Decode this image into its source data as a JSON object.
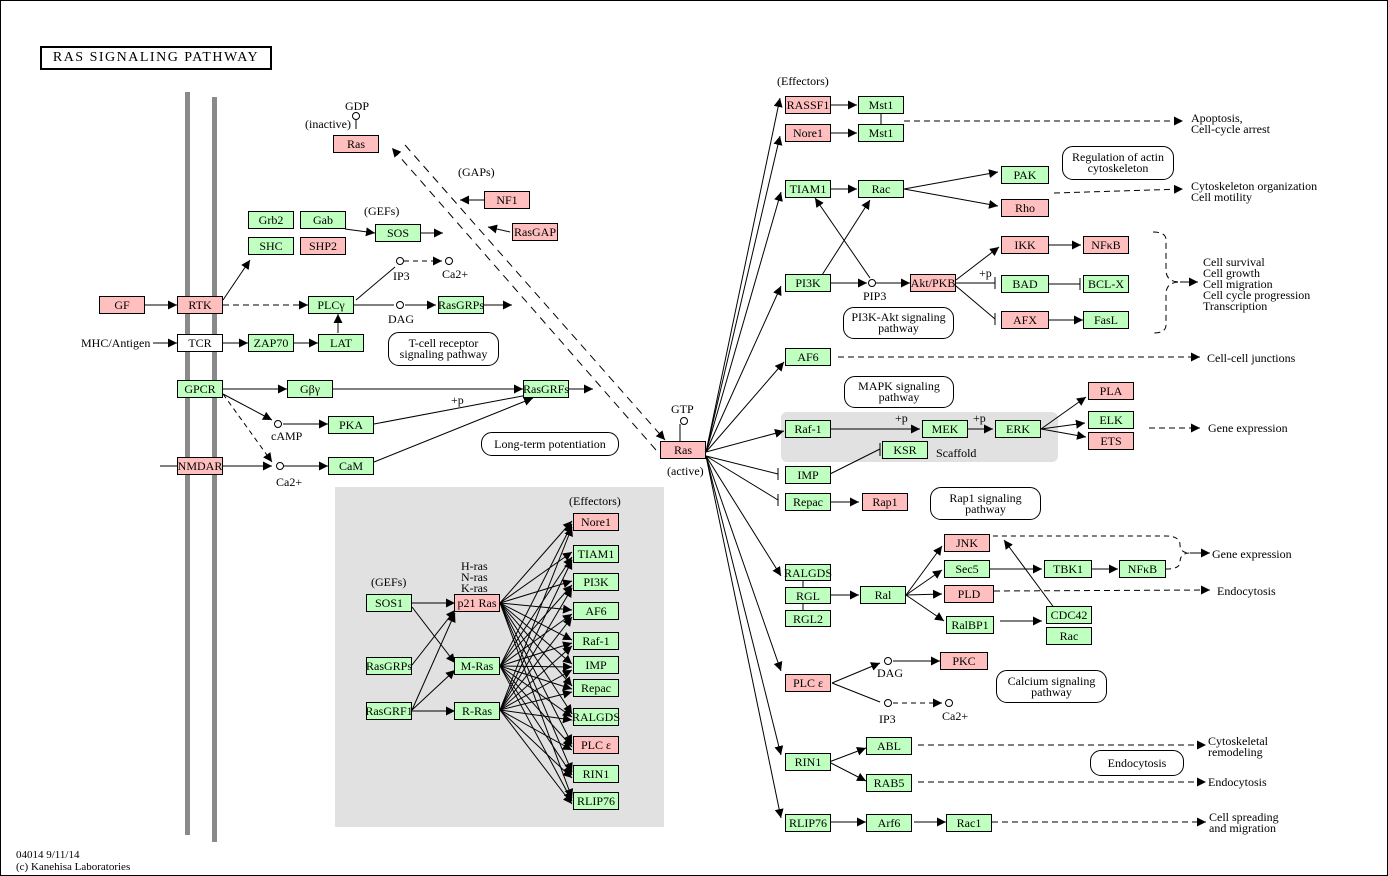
{
  "title": "RAS SIGNALING PATHWAY",
  "nodes": {
    "gf": "GF",
    "rtk": "RTK",
    "tcr": "TCR",
    "gpcr": "GPCR",
    "nmdar": "NMDAR",
    "grb2": "Grb2",
    "gab": "Gab",
    "shc": "SHC",
    "shp2": "SHP2",
    "sos": "SOS",
    "ras_inactive": "Ras",
    "nf1": "NF1",
    "rasgap": "RasGAP",
    "plcgamma": "PLCγ",
    "rasgrps": "RasGRPs",
    "zap70": "ZAP70",
    "lat": "LAT",
    "gbg": "Gβγ",
    "rasgrfs": "RasGRFs",
    "pka": "PKA",
    "cam": "CaM",
    "ras_active": "Ras",
    "rassf1": "RASSF1",
    "mst1": "Mst1",
    "nore1": "Nore1",
    "tiam1": "TIAM1",
    "rac": "Rac",
    "pak": "PAK",
    "rho": "Rho",
    "pi3k": "PI3K",
    "akt": "Akt/PKB",
    "ikk": "IKK",
    "nfkb": "NFκB",
    "bad": "BAD",
    "bclx": "BCL-X",
    "afx": "AFX",
    "fasl": "FasL",
    "af6": "AF6",
    "raf1": "Raf-1",
    "mek": "MEK",
    "erk": "ERK",
    "ksr": "KSR",
    "pla": "PLA",
    "elk": "ELK",
    "ets": "ETS",
    "imp": "IMP",
    "repac": "Repac",
    "rap1": "Rap1",
    "ralgds": "RALGDS",
    "rgl": "RGL",
    "rgl2": "RGL2",
    "ral": "Ral",
    "jnk": "JNK",
    "sec5": "Sec5",
    "pld": "PLD",
    "ralbp1": "RalBP1",
    "tbk1": "TBK1",
    "nfkb2": "NFκB",
    "cdc42": "CDC42",
    "plce": "PLC ε",
    "pkc": "PKC",
    "rin1": "RIN1",
    "abl": "ABL",
    "rab5": "RAB5",
    "rlip76": "RLIP76",
    "arf6": "Arf6",
    "rac1": "Rac1"
  },
  "inset": {
    "sos1": "SOS1",
    "rasgrps": "RasGRPs",
    "rasgrf1": "RasGRF1",
    "p21ras": "p21 Ras",
    "mras": "M-Ras",
    "rras": "R-Ras",
    "effectors": [
      "Nore1",
      "TIAM1",
      "PI3K",
      "AF6",
      "Raf-1",
      "IMP",
      "Repac",
      "RALGDS",
      "PLC ε",
      "RIN1",
      "RLIP76"
    ]
  },
  "links": {
    "tcr": "T-cell receptor signaling pathway",
    "ltp": "Long-term potentiation",
    "actin": "Regulation of actin cytoskeleton",
    "pi3k": "PI3K-Akt signaling pathway",
    "mapk": "MAPK signaling pathway",
    "rap1": "Rap1 signaling pathway",
    "calcium": "Calcium signaling pathway",
    "endocytosis": "Endocytosis"
  },
  "labels": {
    "gdp": "GDP",
    "inactive": "(inactive)",
    "gaps": "(GAPs)",
    "gefs": "(GEFs)",
    "ip3": "IP3",
    "ca2": "Ca2+",
    "dag": "DAG",
    "mhc": "MHC/Antigen",
    "plus_p": "+p",
    "camp": "cAMP",
    "gtp": "GTP",
    "active": "(active)",
    "effectors": "(Effectors)",
    "hras": "H-ras",
    "nras": "N-ras",
    "kras": "K-ras",
    "apoptosis": "Apoptosis,\nCell-cycle arrest",
    "cytoskeleton": "Cytoskeleton organization\nCell motility",
    "pip3": "PIP3",
    "survival": "Cell survival\nCell growth\nCell migration\nCell cycle progression\nTranscription",
    "junctions": "Cell-cell junctions",
    "scaffold": "Scaffold",
    "gene_expression": "Gene expression",
    "endocytosis": "Endocytosis",
    "remodeling": "Cytoskeletal\nremodeling",
    "spreading": "Cell spreading\nand migration"
  },
  "footer": {
    "id": "04014 9/11/14",
    "copyright": "(c) Kanehisa Laboratories"
  }
}
